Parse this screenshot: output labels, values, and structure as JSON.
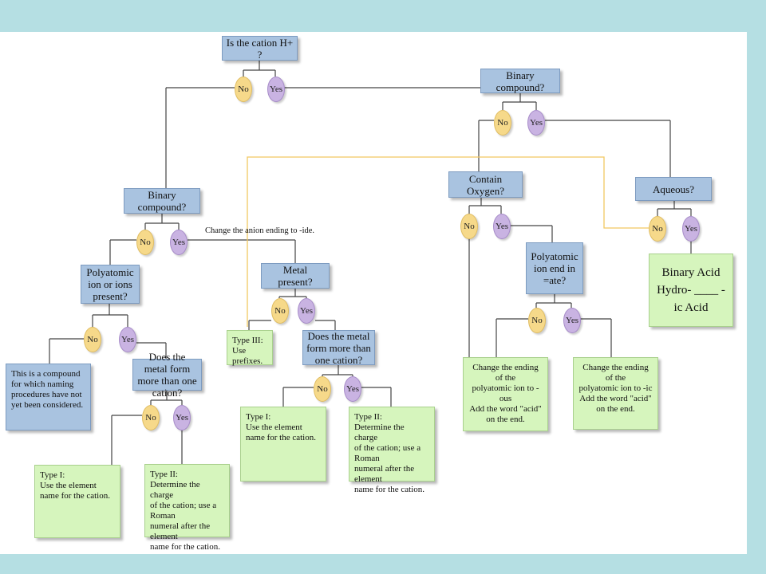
{
  "nodes": {
    "is_cation_h": "Is the cation H+ ?",
    "binary_top_right": "Binary compound?",
    "binary_left": "Binary compound?",
    "contain_oxygen": "Contain Oxygen?",
    "aqueous": "Aqueous?",
    "polyatomic_present": "Polyatomic ion or ions present?",
    "metal_present": "Metal present?",
    "ate_ending": "Polyatomic ion end in =ate?",
    "metal_form_left": "Does the metal form more than one cation?",
    "metal_form_mid": "Does the metal form more than one cation?"
  },
  "results": {
    "not_considered": "This is a compound for which naming procedures have not yet been considered.",
    "type1_left": "Type I:\nUse the element\nname for the cation.",
    "type2_left": "Type II:\nDetermine the charge\nof the cation; use a Roman\nnumeral  after the element\nname for the cation.",
    "type3": "Type III:\nUse prefixes.",
    "type1_mid": "Type I:\nUse the element\nname for the cation.",
    "type2_mid": "Type II:\nDetermine the charge\nof the cation; use a Roman\nnumeral  after the element\nname for the cation.",
    "ous_acid": "Change the ending of the\npolyatomic ion to -ous\nAdd the word \"acid\" on the end.",
    "ic_acid": "Change the ending of the\npolyatomic ion to -ic\nAdd the word \"acid\" on the end.",
    "binary_acid_title": "Binary Acid",
    "binary_acid_rule": "Hydro- ____ - ic Acid"
  },
  "annotation": "Change the anion ending to -ide.",
  "labels": {
    "no": "No",
    "yes": "Yes"
  },
  "colors": {
    "question_box": "#a9c3e0",
    "result_box": "#d6f5bd",
    "no_oval": "#f6d98a",
    "yes_oval": "#c9b3e2",
    "highlight_line": "#f2c862",
    "background": "#b5dfe3"
  }
}
